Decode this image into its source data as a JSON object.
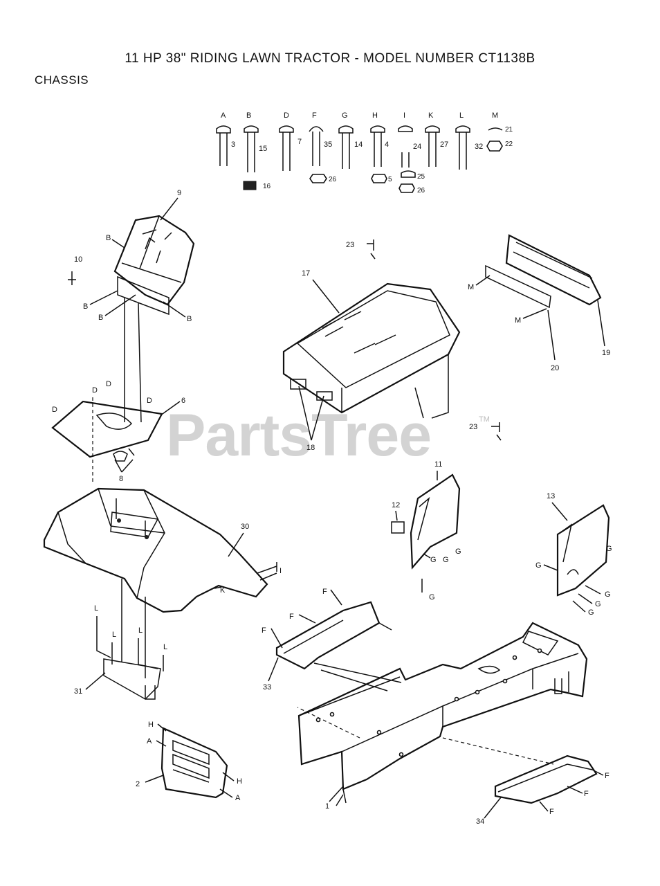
{
  "title": "11 HP 38\" RIDING LAWN TRACTOR - MODEL NUMBER CT1138B",
  "section": "CHASSIS",
  "watermark": "PartsTree",
  "watermark_tm": "TM",
  "hardware": [
    {
      "letter": "A",
      "nums": [
        "3"
      ]
    },
    {
      "letter": "B",
      "nums": [
        "15",
        "16"
      ]
    },
    {
      "letter": "D",
      "nums": [
        "7"
      ]
    },
    {
      "letter": "F",
      "nums": [
        "35",
        "26"
      ]
    },
    {
      "letter": "G",
      "nums": [
        "14"
      ]
    },
    {
      "letter": "H",
      "nums": [
        "4",
        "5"
      ]
    },
    {
      "letter": "I",
      "nums": [
        "24",
        "25",
        "26"
      ]
    },
    {
      "letter": "K",
      "nums": [
        "27"
      ]
    },
    {
      "letter": "L",
      "nums": [
        "32"
      ]
    },
    {
      "letter": "M",
      "nums": [
        "21",
        "22"
      ]
    }
  ],
  "callouts": [
    "9",
    "10",
    "B",
    "B",
    "B",
    "B",
    "D",
    "D",
    "D",
    "D",
    "6",
    "8",
    "23",
    "17",
    "19",
    "20",
    "M",
    "M",
    "18",
    "23",
    "11",
    "12",
    "13",
    "G",
    "G",
    "G",
    "G",
    "G",
    "G",
    "G",
    "G",
    "G",
    "30",
    "K",
    "I",
    "L",
    "L",
    "L",
    "L",
    "31",
    "F",
    "F",
    "F",
    "33",
    "1",
    "2",
    "H",
    "A",
    "H",
    "A",
    "34",
    "F",
    "F",
    "F"
  ]
}
